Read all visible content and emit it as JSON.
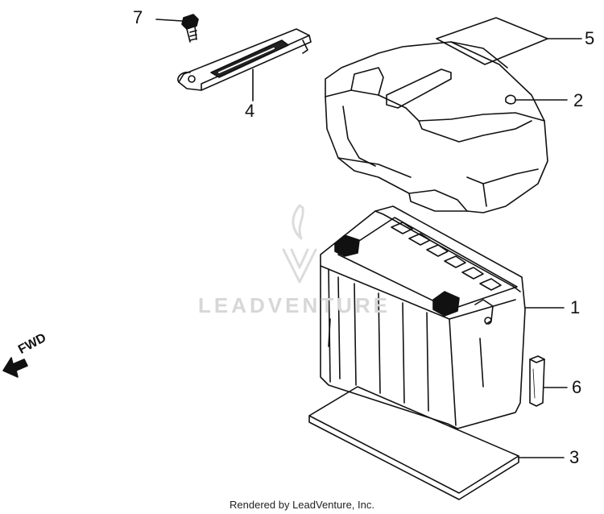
{
  "callouts": {
    "c1": "1",
    "c2": "2",
    "c3": "3",
    "c4": "4",
    "c5": "5",
    "c6": "6",
    "c7": "7"
  },
  "direction_label": "FWD",
  "watermark": "LEADVENTURE",
  "footer": "Rendered by LeadVenture, Inc."
}
